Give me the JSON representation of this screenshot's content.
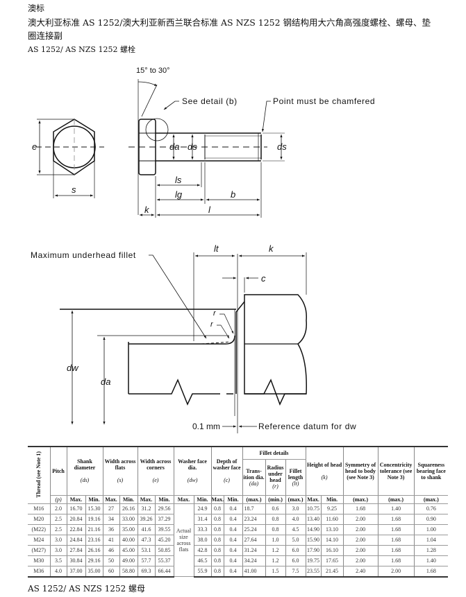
{
  "doc": {
    "line1": "澳标",
    "line2": "澳大利亚标准 AS 1252/澳大利亚新西兰联合标准 AS NZS 1252 钢结构用大六角高强度螺栓、螺母、垫",
    "line3": "圈连接副",
    "subtitle_bolt": "AS 1252/ AS NZS 1252 螺栓",
    "subtitle_nut": "AS 1252/ AS NZS 1252 螺母"
  },
  "drawing1": {
    "angle": "15° to 30°",
    "see_detail": "See detail (b)",
    "chamfer": "Point must be chamfered",
    "e": "e",
    "s": "s",
    "da": "da",
    "ds": "ds",
    "ds2": "ds",
    "ls": "ls",
    "lg": "lg",
    "b": "b",
    "k": "k",
    "l": "l"
  },
  "drawing2": {
    "fillet": "Maximum underhead fillet",
    "lt": "lt",
    "k": "k",
    "c": "c",
    "r1": "r",
    "r2": "r",
    "dw": "dw",
    "da": "da",
    "gap": "0.1 mm",
    "datum": "Reference datum for dw"
  },
  "table": {
    "h": {
      "thread": "Thread (see Note 1)",
      "pitch": "Pitch",
      "p": "(p)",
      "shank": "Shank diameter",
      "shank_sym": "(ds)",
      "flats": "Width across flats",
      "flats_sym": "(s)",
      "corners": "Width across corners",
      "corners_sym": "(e)",
      "washer": "Washer face dia.",
      "washer_sym": "(dw)",
      "depth": "Depth of washer face",
      "depth_sym": "(c)",
      "fillet": "Fillet details",
      "trans": "Trans-ition dia.",
      "trans_sym": "(da)",
      "trans_u": "(max.)",
      "radius": "Radius under head",
      "radius_sym": "(r)",
      "radius_u": "(min.)",
      "flen": "Fillet length",
      "flen_sym": "(lt)",
      "flen_u": "(max.)",
      "height": "Height of head",
      "height_sym": "(k)",
      "sym": "Symmetry of head to body (see Note 3)",
      "sym_u": "(max.)",
      "conc": "Concentricity tolerance (see Note 3)",
      "conc_u": "(max.)",
      "sq": "Squareness bearing face to shank",
      "sq_u": "(max.)",
      "max": "Max.",
      "min": "Min."
    },
    "washer_note": "Actual size across flats",
    "rows": [
      [
        "M16",
        "2.0",
        "16.70",
        "15.30",
        "27",
        "26.16",
        "31.2",
        "29.56",
        "24.9",
        "0.8",
        "0.4",
        "18.7",
        "0.6",
        "3.0",
        "10.75",
        "9.25",
        "1.68",
        "1.40",
        "0.76"
      ],
      [
        "M20",
        "2.5",
        "20.84",
        "19.16",
        "34",
        "33.00",
        "39.26",
        "37.29",
        "31.4",
        "0.8",
        "0.4",
        "23.24",
        "0.8",
        "4.0",
        "13.40",
        "11.60",
        "2.00",
        "1.68",
        "0.90"
      ],
      [
        "(M22)",
        "2.5",
        "22.84",
        "21.16",
        "36",
        "35.00",
        "41.6",
        "39.55",
        "33.3",
        "0.8",
        "0.4",
        "25.24",
        "0.8",
        "4.5",
        "14.90",
        "13.10",
        "2.00",
        "1.68",
        "1.00"
      ],
      [
        "M24",
        "3.0",
        "24.84",
        "23.16",
        "41",
        "40.00",
        "47.3",
        "45.20",
        "38.0",
        "0.8",
        "0.4",
        "27.64",
        "1.0",
        "5.0",
        "15.90",
        "14.10",
        "2.00",
        "1.68",
        "1.04"
      ],
      [
        "(M27)",
        "3.0",
        "27.84",
        "26.16",
        "46",
        "45.00",
        "53.1",
        "50.85",
        "42.8",
        "0.8",
        "0.4",
        "31.24",
        "1.2",
        "6.0",
        "17.90",
        "16.10",
        "2.00",
        "1.68",
        "1.28"
      ],
      [
        "M30",
        "3.5",
        "30.84",
        "29.16",
        "50",
        "49.00",
        "57.7",
        "55.37",
        "46.5",
        "0.8",
        "0.4",
        "34.24",
        "1.2",
        "6.0",
        "19.75",
        "17.65",
        "2.00",
        "1.68",
        "1.40"
      ],
      [
        "M36",
        "4.0",
        "37.00",
        "35.00",
        "60",
        "58.80",
        "69.3",
        "66.44",
        "55.9",
        "0.8",
        "0.4",
        "41.00",
        "1.5",
        "7.5",
        "23.55",
        "21.45",
        "2.40",
        "2.00",
        "1.68"
      ]
    ]
  }
}
